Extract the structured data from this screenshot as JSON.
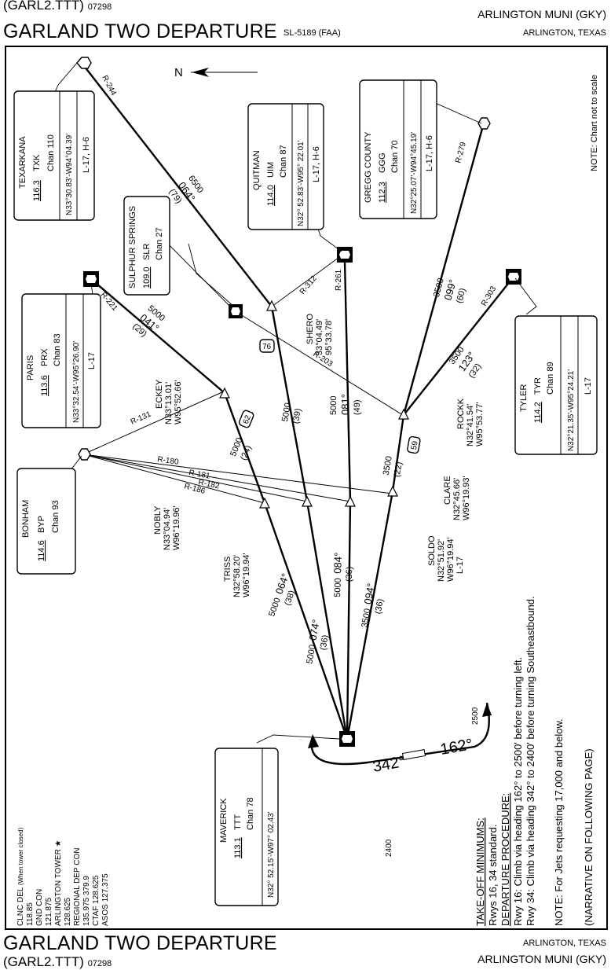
{
  "header": {
    "top_code": "(GARL2.TTT)",
    "top_cycle": "07298",
    "title": "GARLAND TWO DEPARTURE",
    "sl": "SL-5189 (FAA)",
    "airport": "ARLINGTON MUNI (GKY)",
    "city": "ARLINGTON, TEXAS"
  },
  "footer": {
    "title": "GARLAND TWO DEPARTURE",
    "code": "(GARL2.TTT)",
    "cycle": "07298",
    "city": "ARLINGTON, TEXAS",
    "airport": "ARLINGTON MUNI (GKY)"
  },
  "notes": {
    "scale": "NOTE: Chart not to scale",
    "north": "N",
    "jets": "NOTE: For Jets requesting 17,000 and below.",
    "narrative": "(NARRATIVE ON FOLLOWING PAGE)"
  },
  "procedure": {
    "tom_title": "TAKE-OFF MINIMUMS:",
    "tom_text": "Rwys 16, 34 standard.",
    "dp_title": "DEPARTURE PROCEDURE:",
    "rwy16": "Rwy 16:  Climb via heading 162° to 2500' before turning left.",
    "rwy34": "Rwy 34:  Climb via heading 342° to 2400' before turning Southeastbound."
  },
  "comms": {
    "clnc": "CLNC DEL",
    "clnc_note": "(When tower closed)",
    "clnc_freq": "118.85",
    "gnd": "GND CON",
    "gnd_freq": "121.875",
    "tower": "ARLINGTON TOWER ★",
    "tower_freq": "128.625",
    "dep": "REGIONAL DEP CON",
    "dep_freq": "135.975 379.9",
    "ctaf": "CTAF 128.625",
    "asos": "ASOS 127.375"
  },
  "runway": {
    "h342": "342°",
    "h162": "162°",
    "alt2400": "2400",
    "alt2500": "2500"
  },
  "navaids": {
    "maverick": {
      "name": "MAVERICK",
      "freq": "113.1",
      "id": "TTT",
      "chan": "Chan 78",
      "coord": "N32° 52.15'-W97° 02.43'"
    },
    "texarkana": {
      "name": "TEXARKANA",
      "freq": "116.3",
      "id": "TXK",
      "chan": "Chan 110",
      "coord": "N33°30.83'-W94°04.39'",
      "chart": "L-17, H-6"
    },
    "sulphur": {
      "name": "SULPHUR SPRINGS",
      "freq": "109.0",
      "id": "SLR",
      "chan": "Chan 27"
    },
    "quitman": {
      "name": "QUITMAN",
      "freq": "114.0",
      "id": "UIM",
      "chan": "Chan 87",
      "coord": "N32° 52.83'-W95° 22.01'",
      "chart": "L-17, H-6"
    },
    "gregg": {
      "name": "GREGG COUNTY",
      "freq": "112.3",
      "id": "GGG",
      "chan": "Chan 70",
      "coord": "N32°25.07'-W94°45.19'",
      "chart": "L-17, H-6"
    },
    "paris": {
      "name": "PARIS",
      "freq": "113.6",
      "id": "PRX",
      "chan": "Chan 83",
      "coord": "N33°32.54'-W95°26.90'",
      "chart": "L-17"
    },
    "tyler": {
      "name": "TYLER",
      "freq": "114.2",
      "id": "TYR",
      "chan": "Chan 89",
      "coord": "N32°21.35'-W95°24.21'",
      "chart": "L-17"
    },
    "bonham": {
      "name": "BONHAM",
      "freq": "114.6",
      "id": "BYP",
      "chan": "Chan 93"
    }
  },
  "fixes": {
    "shero": {
      "name": "SHERO",
      "lat": "33°04.49'",
      "lon": "95°33.78'"
    },
    "eckey": {
      "name": "ECKEY",
      "lat": "N33°13.01'",
      "lon": "W95°52.66'"
    },
    "rockk": {
      "name": "ROCKK",
      "lat": "N32°41.54'",
      "lon": "W95°53.77'"
    },
    "clare": {
      "name": "CLARE",
      "lat": "N32°45.66'",
      "lon": "W96°19.93'"
    },
    "nobly": {
      "name": "NOBLY",
      "lat": "N33°04.94'",
      "lon": "W96°19.96'"
    },
    "triss": {
      "name": "TRISS",
      "lat": "N32°58.20'",
      "lon": "W96°19.94'"
    },
    "soldo": {
      "name": "SOLDO",
      "lat": "N32°51.92'",
      "lon": "W96°19.94'",
      "chart": "L-17"
    }
  },
  "routes": {
    "r064": {
      "alt": "5000",
      "crs": "064°",
      "dist": "(38)"
    },
    "r074": {
      "alt": "5000",
      "crs": "074°",
      "dist": "(36)"
    },
    "r084": {
      "alt": "5000",
      "crs": "084°",
      "dist": "(36)"
    },
    "r094": {
      "alt": "3500",
      "crs": "094°",
      "dist": "(36)"
    },
    "eckey_leg": {
      "alt": "5000",
      "dist": "(24)",
      "mag": "62"
    },
    "shero_leg": {
      "alt": "5000",
      "dist": "(39)",
      "mag": "76"
    },
    "quitman_leg": {
      "alt": "5000",
      "crs": "081°",
      "dist": "(49)"
    },
    "rockk_leg": {
      "alt": "3500",
      "dist": "(22)",
      "mag": "59"
    },
    "paris_leg": {
      "alt": "5000",
      "crs": "041°",
      "dist": "(29)"
    },
    "texarkana_leg": {
      "alt": "6500",
      "crs": "064°",
      "dist": "(79)"
    },
    "gregg_leg": {
      "alt": "3500",
      "crs": "099°",
      "dist": "(60)"
    },
    "tyler_leg": {
      "alt": "3500",
      "crs": "123°",
      "dist": "(32)"
    }
  },
  "radials": {
    "r244": "R-244",
    "r279": "R-279",
    "r221": "R-221",
    "r303": "R-303",
    "r312": "R-312",
    "r261": "R-261",
    "r203": "R-203",
    "r131": "R-131",
    "r180": "R-180",
    "r181": "R-181",
    "r182": "R-182",
    "r186": "R-186"
  }
}
